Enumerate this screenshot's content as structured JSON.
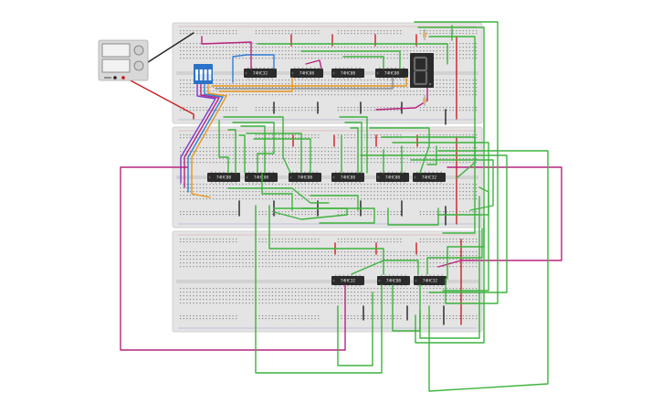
{
  "canvas": {
    "background": "#ffffff"
  },
  "colors": {
    "breadboard": "#e4e4e4",
    "breadboard_edge": "#d2d2d2",
    "hole": "#8a8a8a",
    "rail_red": "#c22020",
    "rail_dark": "#333333",
    "chip": "#2b2b2b",
    "wire_green": "#3db33d",
    "wire_magenta": "#b8237f",
    "wire_red": "#cc1f1f",
    "wire_blue": "#2f7fd8",
    "wire_orange": "#e8941a",
    "wire_purple": "#7a3ccf",
    "wire_black": "#222222",
    "wire_gray": "#8c8c8c",
    "dip_switch": "#2a73c9",
    "seven_segment": "#2a2a2a",
    "psu_body": "#d8d8d8"
  },
  "power_supply": {
    "icon": "bench-power-supply-icon"
  },
  "dip_switch": {
    "icon": "dip-switch-icon"
  },
  "display": {
    "icon": "seven-segment-display-icon",
    "digit": "8."
  },
  "chips": [
    {
      "label": "74HC32",
      "board": 1
    },
    {
      "label": "74HC08",
      "board": 1
    },
    {
      "label": "74HC08",
      "board": 1
    },
    {
      "label": "74HC08",
      "board": 1
    },
    {
      "label": "74HC08",
      "board": 2
    },
    {
      "label": "74HC08",
      "board": 2
    },
    {
      "label": "74HC08",
      "board": 2
    },
    {
      "label": "74HC08",
      "board": 2
    },
    {
      "label": "74HC08",
      "board": 2
    },
    {
      "label": "74HC32",
      "board": 2
    },
    {
      "label": "74HC32",
      "board": 3
    },
    {
      "label": "74HC08",
      "board": 3
    },
    {
      "label": "74HC32",
      "board": 3
    }
  ],
  "breadboards": [
    {
      "name": "top-breadboard"
    },
    {
      "name": "middle-breadboard"
    },
    {
      "name": "bottom-breadboard"
    }
  ]
}
